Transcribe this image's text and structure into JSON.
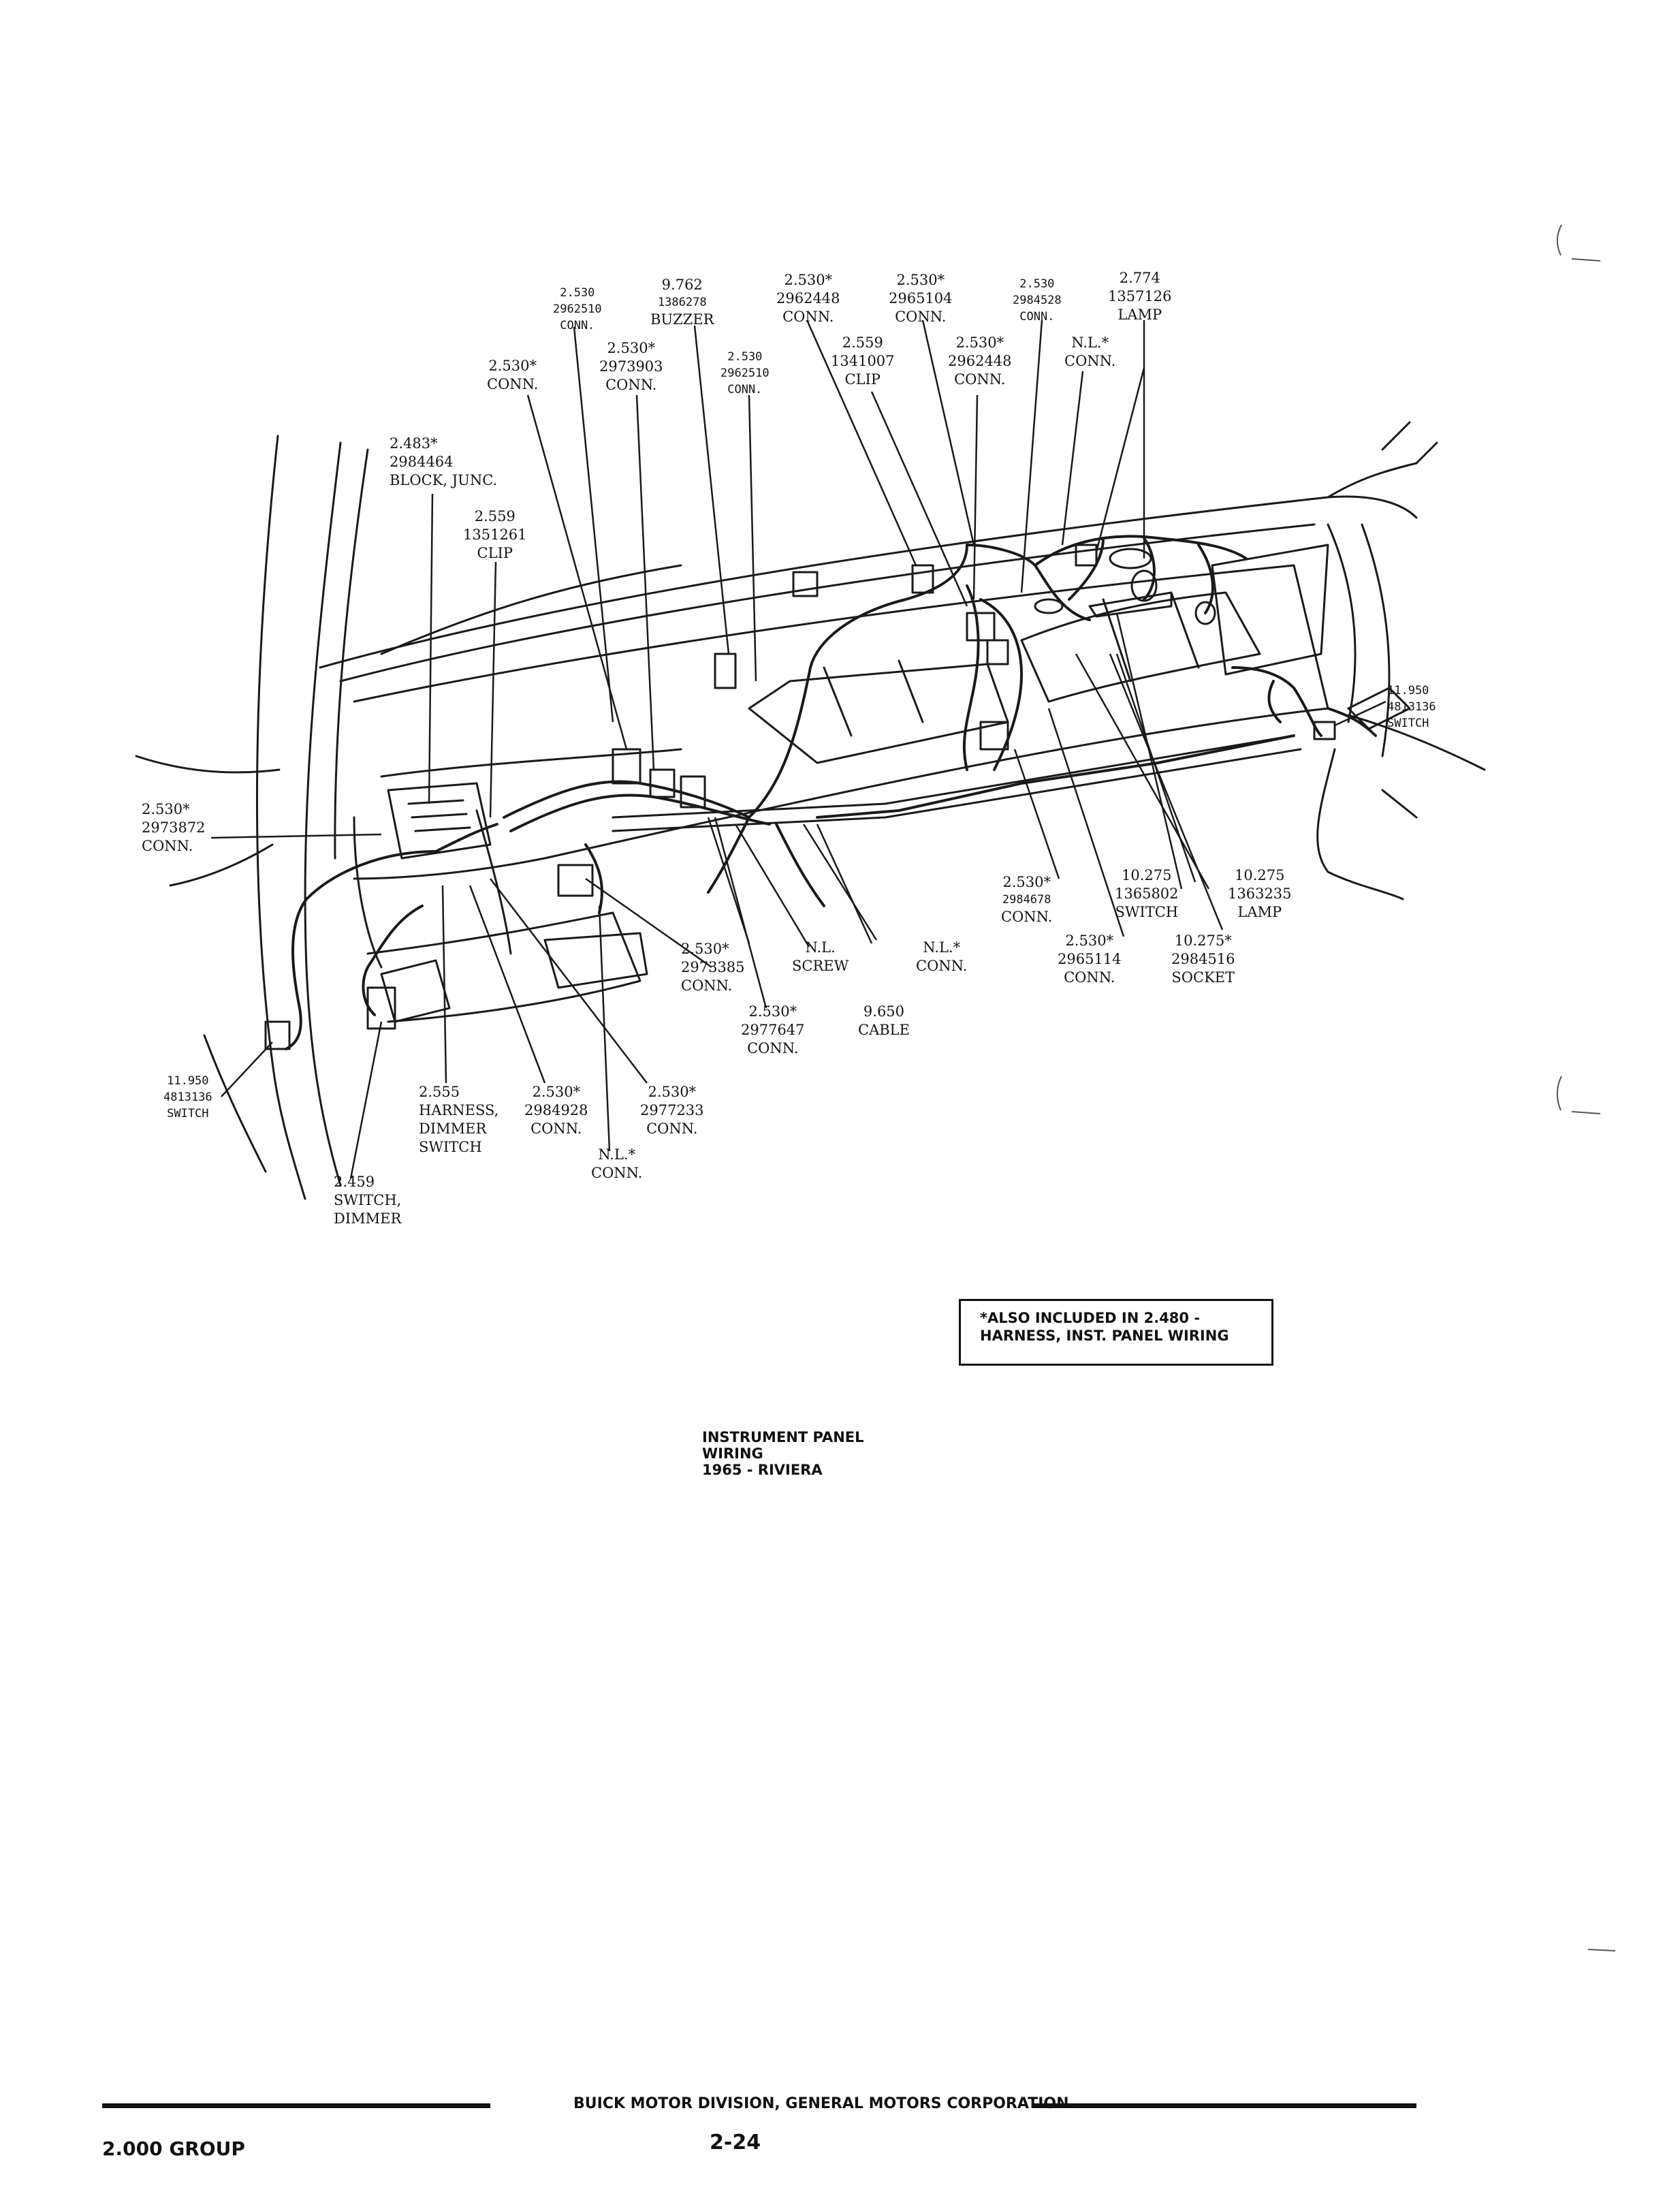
{
  "callouts": {
    "c01": [
      "2.530",
      "2962510",
      "CONN."
    ],
    "c02": [
      "9.762",
      "1386278",
      "BUZZER"
    ],
    "c03": [
      "2.530*",
      "2962448",
      "CONN."
    ],
    "c04": [
      "2.530*",
      "2965104",
      "CONN."
    ],
    "c05": [
      "2.530",
      "2984528",
      "CONN."
    ],
    "c06": [
      "2.774",
      "1357126",
      "LAMP"
    ],
    "c07": [
      "2.530*",
      "2973903",
      "CONN."
    ],
    "c08": [
      "2.530*",
      "CONN."
    ],
    "c09": [
      "2.530",
      "2962510",
      "CONN."
    ],
    "c10": [
      "2.559",
      "1341007",
      "CLIP"
    ],
    "c11": [
      "2.530*",
      "2962448",
      "CONN."
    ],
    "c12": [
      "N.L.*",
      "CONN."
    ],
    "c13": [
      "2.483*",
      "2984464",
      "BLOCK, JUNC."
    ],
    "c14": [
      "2.559",
      "1351261",
      "CLIP"
    ],
    "c15": [
      "11.950",
      "4813136",
      "SWITCH"
    ],
    "c16": [
      "2.530*",
      "2973872",
      "CONN."
    ],
    "c17": [
      "2.530*",
      "2984678",
      "CONN."
    ],
    "c18": [
      "10.275",
      "1365802",
      "SWITCH"
    ],
    "c19": [
      "10.275",
      "1363235",
      "LAMP"
    ],
    "c20": [
      "2.530*",
      "2973385",
      "CONN."
    ],
    "c21": [
      "N.L.",
      "SCREW"
    ],
    "c22": [
      "N.L.*",
      "CONN."
    ],
    "c23": [
      "2.530*",
      "2965114",
      "CONN."
    ],
    "c24": [
      "10.275*",
      "2984516",
      "SOCKET"
    ],
    "c25": [
      "2.530*",
      "2977647",
      "CONN."
    ],
    "c26": [
      "9.650",
      "CABLE"
    ],
    "c27": [
      "11.950",
      "4813136",
      "SWITCH"
    ],
    "c28": [
      "2.555",
      "HARNESS,",
      "DIMMER",
      "SWITCH"
    ],
    "c29": [
      "2.530*",
      "2984928",
      "CONN."
    ],
    "c30": [
      "2.530*",
      "2977233",
      "CONN."
    ],
    "c31": [
      "N.L.*",
      "CONN."
    ],
    "c32": [
      "2.459",
      "SWITCH,",
      "DIMMER"
    ]
  },
  "note": [
    "*ALSO INCLUDED IN 2.480 -",
    "HARNESS, INST. PANEL WIRING"
  ],
  "caption": [
    "INSTRUMENT PANEL",
    "WIRING",
    "1965 - RIVIERA"
  ],
  "footer": {
    "corporation": "BUICK MOTOR DIVISION, GENERAL MOTORS CORPORATION",
    "group": "2.000 GROUP",
    "page_number": "2-24"
  }
}
